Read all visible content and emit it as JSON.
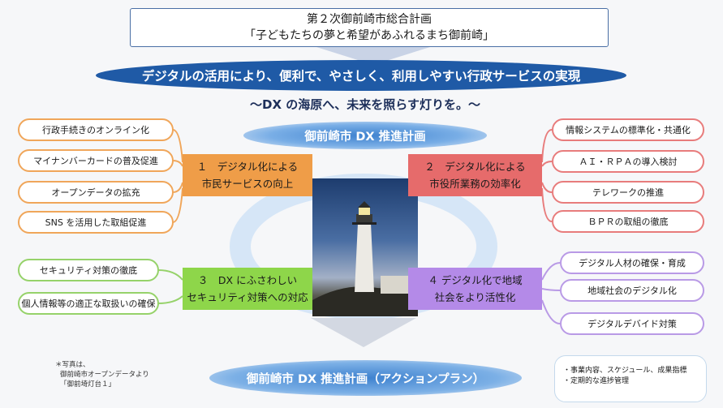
{
  "plan": {
    "title_line1": "第２次御前崎市総合計画",
    "title_line2": "「子どもたちの夢と希望があふれるまち御前崎」"
  },
  "vision": "デジタルの活用により、便利で、やさしく、利用しやすい行政サービスの実現",
  "slogan": "～DX の海原へ、未来を照らす灯りを。～",
  "dx_plan_title": "御前崎市 DX 推進計画",
  "pillars": [
    {
      "line1": "１　デジタル化による",
      "line2": "市民サービスの向上",
      "color": "#ef9d48",
      "items": [
        "行政手続きのオンライン化",
        "マイナンバーカードの普及促進",
        "オープンデータの拡充",
        "SNS を活用した取組促進"
      ]
    },
    {
      "line1": "２　デジタル化による",
      "line2": "市役所業務の効率化",
      "color": "#e66b6b",
      "items": [
        "情報システムの標準化・共通化",
        "ＡＩ・ＲＰＡの導入検討",
        "テレワークの推進",
        "ＢＰＲの取組の徹底"
      ]
    },
    {
      "line1": "３　DX にふさわしい",
      "line2": "セキュリティ対策への対応",
      "color": "#8ed64a",
      "items": [
        "セキュリティ対策の徹底",
        "個人情報等の適正な取扱いの確保"
      ]
    },
    {
      "line1": "４ デジタル化で地域",
      "line2": "社会をより活性化",
      "color": "#b48ae8",
      "items": [
        "デジタル人材の確保・育成",
        "地域社会のデジタル化",
        "デジタルデバイド対策"
      ]
    }
  ],
  "photo_note": {
    "line1": "＊写真は、",
    "line2": "御前崎市オープンデータより",
    "line3": "「御前埼灯台１」"
  },
  "action_plan": "御前崎市 DX 推進計画（アクションプラン）",
  "action_notes": [
    "・事業内容、スケジュール、成果指標",
    "・定期的な進捗管理"
  ],
  "photo_icon": "lighthouse-photo"
}
